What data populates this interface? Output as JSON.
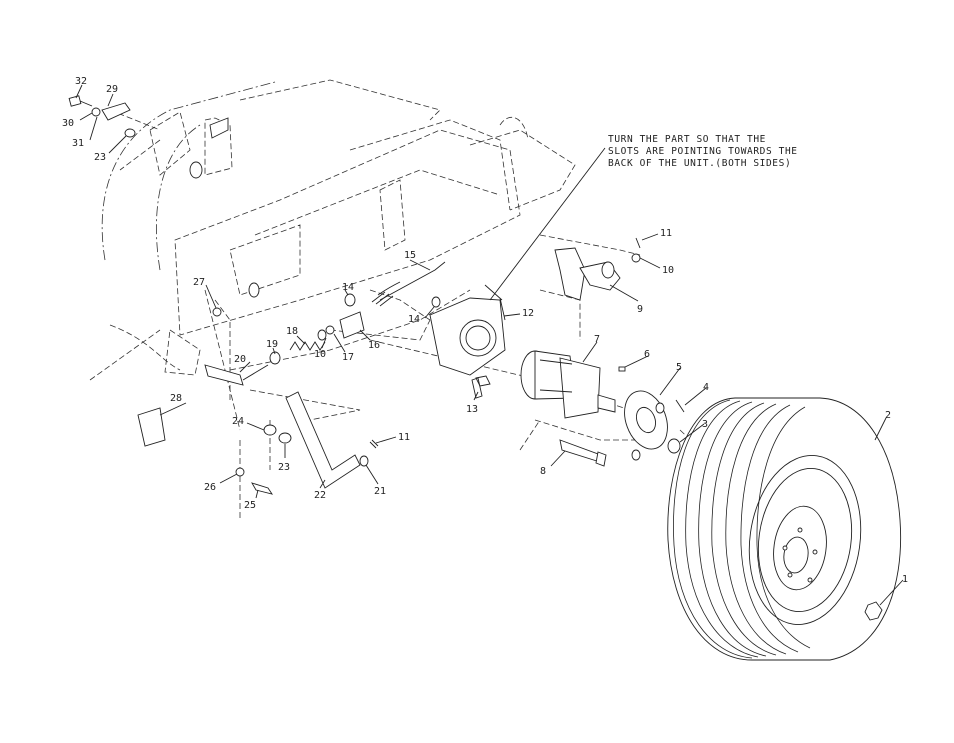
{
  "note": {
    "line1": "TURN THE PART SO THAT THE",
    "line2": "SLOTS ARE POINTING TOWARDS THE",
    "line3": "BACK OF THE UNIT.(BOTH SIDES)"
  },
  "callouts": {
    "c1": "1",
    "c2": "2",
    "c3": "3",
    "c4": "4",
    "c5": "5",
    "c6": "6",
    "c7": "7",
    "c8": "8",
    "c9": "9",
    "c10a": "10",
    "c10b": "10",
    "c11a": "11",
    "c11b": "11",
    "c12": "12",
    "c13": "13",
    "c14a": "14",
    "c14b": "14",
    "c15": "15",
    "c16": "16",
    "c17": "17",
    "c18": "18",
    "c19": "19",
    "c20": "20",
    "c21": "21",
    "c22": "22",
    "c23a": "23",
    "c23b": "23",
    "c24": "24",
    "c25": "25",
    "c26": "26",
    "c27": "27",
    "c28": "28",
    "c29": "29",
    "c30": "30",
    "c31": "31",
    "c32": "32"
  }
}
